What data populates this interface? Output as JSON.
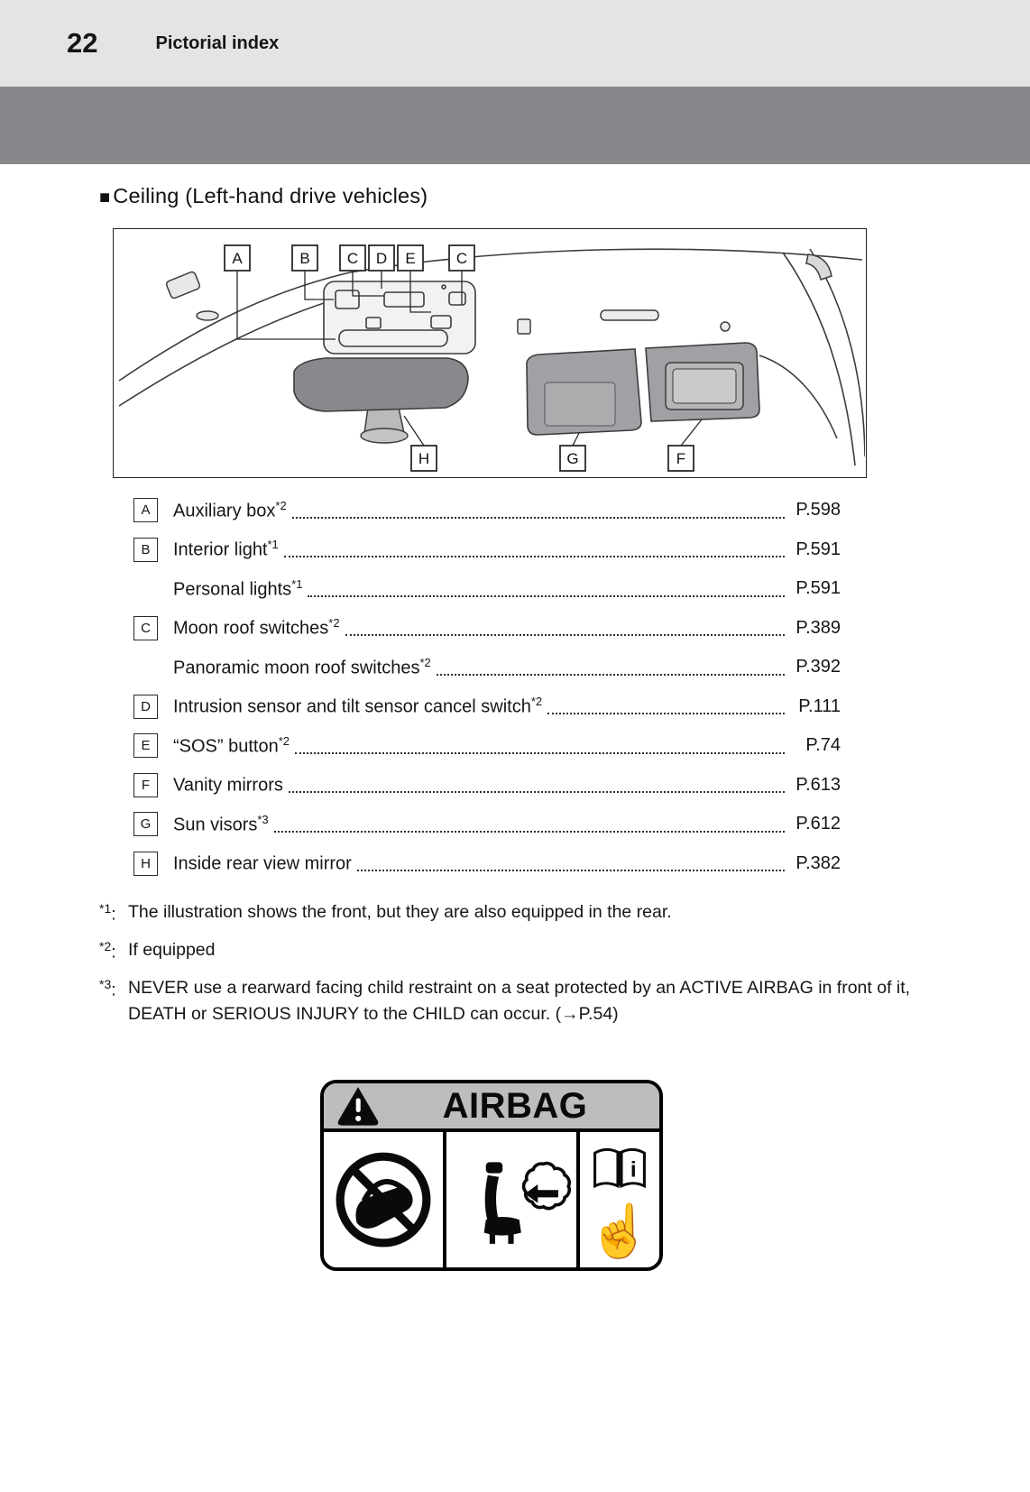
{
  "header": {
    "page_number": "22",
    "title": "Pictorial index"
  },
  "section": {
    "bullet": "■",
    "title": "Ceiling (Left-hand drive vehicles)"
  },
  "colors": {
    "topbar": "#e4e4e5",
    "band": "#85878a",
    "visor_gray": "#9fa1a4",
    "mirror_gray": "#87898c",
    "airbag_header_gray": "#bcbdbf"
  },
  "diagram": {
    "top_labels": [
      "A",
      "B",
      "C",
      "D",
      "E",
      "C"
    ],
    "bottom_labels": [
      "H",
      "G",
      "F"
    ]
  },
  "index": {
    "rows": [
      {
        "letter": "A",
        "label": "Auxiliary box",
        "sup": "*2",
        "page": "P.598"
      },
      {
        "letter": "B",
        "label": "Interior light",
        "sup": "*1",
        "page": "P.591"
      },
      {
        "letter": "",
        "label": "Personal lights",
        "sup": "*1",
        "page": "P.591"
      },
      {
        "letter": "C",
        "label": "Moon roof switches",
        "sup": "*2",
        "page": "P.389"
      },
      {
        "letter": "",
        "label": "Panoramic moon roof switches",
        "sup": "*2",
        "page": "P.392"
      },
      {
        "letter": "D",
        "label": "Intrusion sensor and tilt sensor cancel switch",
        "sup": "*2",
        "page": "P.111"
      },
      {
        "letter": "E",
        "label": "“SOS” button",
        "sup": "*2",
        "page": "P.74"
      },
      {
        "letter": "F",
        "label": "Vanity mirrors",
        "sup": "",
        "page": "P.613"
      },
      {
        "letter": "G",
        "label": "Sun visors",
        "sup": "*3",
        "page": "P.612"
      },
      {
        "letter": "H",
        "label": "Inside rear view mirror",
        "sup": "",
        "page": "P.382"
      }
    ]
  },
  "footnotes": [
    {
      "marker": "*1",
      "sep": ":",
      "text": "The illustration shows the front, but they are also equipped in the rear."
    },
    {
      "marker": "*2",
      "sep": ":",
      "text": "If equipped"
    },
    {
      "marker": "*3",
      "sep": ":",
      "text": "NEVER use a rearward facing child restraint on a seat protected by an ACTIVE AIRBAG in front of it, DEATH or SERIOUS INJURY to the CHILD can occur. (→P.54)"
    }
  ],
  "airbag_label": {
    "title": "AIRBAG",
    "book_info": "i",
    "hand_glyph": "☝"
  }
}
